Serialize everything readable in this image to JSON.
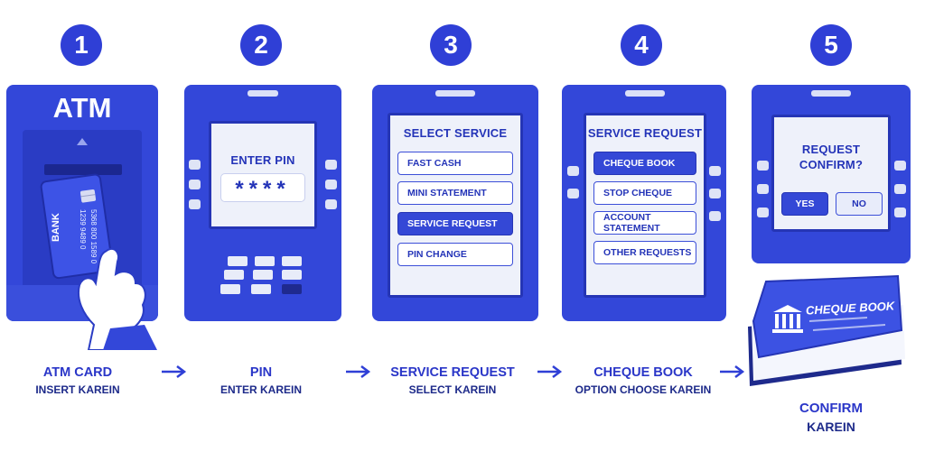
{
  "steps": [
    {
      "number": "1",
      "caption_main": "ATM CARD",
      "caption_sub": "INSERT KAREIN"
    },
    {
      "number": "2",
      "caption_main": "PIN",
      "caption_sub": "ENTER KAREIN"
    },
    {
      "number": "3",
      "caption_main": "SERVICE REQUEST",
      "caption_sub": "SELECT KAREIN"
    },
    {
      "number": "4",
      "caption_main": "CHEQUE BOOK",
      "caption_sub": "OPTION CHOOSE KAREIN"
    },
    {
      "number": "5",
      "caption_main": "CONFIRM",
      "caption_sub": "KAREIN"
    }
  ],
  "atm": {
    "sign": "ATM",
    "card_text": "BANK",
    "card_number": "5368 800 1589 0",
    "card_number2": "1239 9489 0"
  },
  "pin_screen": {
    "title": "ENTER PIN",
    "masked_pin": "****"
  },
  "service_screen": {
    "title": "SELECT SERVICE",
    "options": [
      "FAST CASH",
      "MINI STATEMENT",
      "SERVICE REQUEST",
      "PIN CHANGE"
    ],
    "selected": "SERVICE REQUEST"
  },
  "request_screen": {
    "title": "SERVICE REQUEST",
    "options": [
      "CHEQUE BOOK",
      "STOP CHEQUE",
      "ACCOUNT STATEMENT",
      "OTHER REQUESTS"
    ],
    "selected": "CHEQUE BOOK"
  },
  "confirm_screen": {
    "title_line1": "REQUEST",
    "title_line2": "CONFIRM?",
    "yes": "YES",
    "no": "NO"
  },
  "cheque_book": {
    "label": "CHEQUE BOOK"
  },
  "colors": {
    "primary": "#2f3fd6",
    "dark": "#2535b5",
    "screen": "#eef1fa"
  }
}
